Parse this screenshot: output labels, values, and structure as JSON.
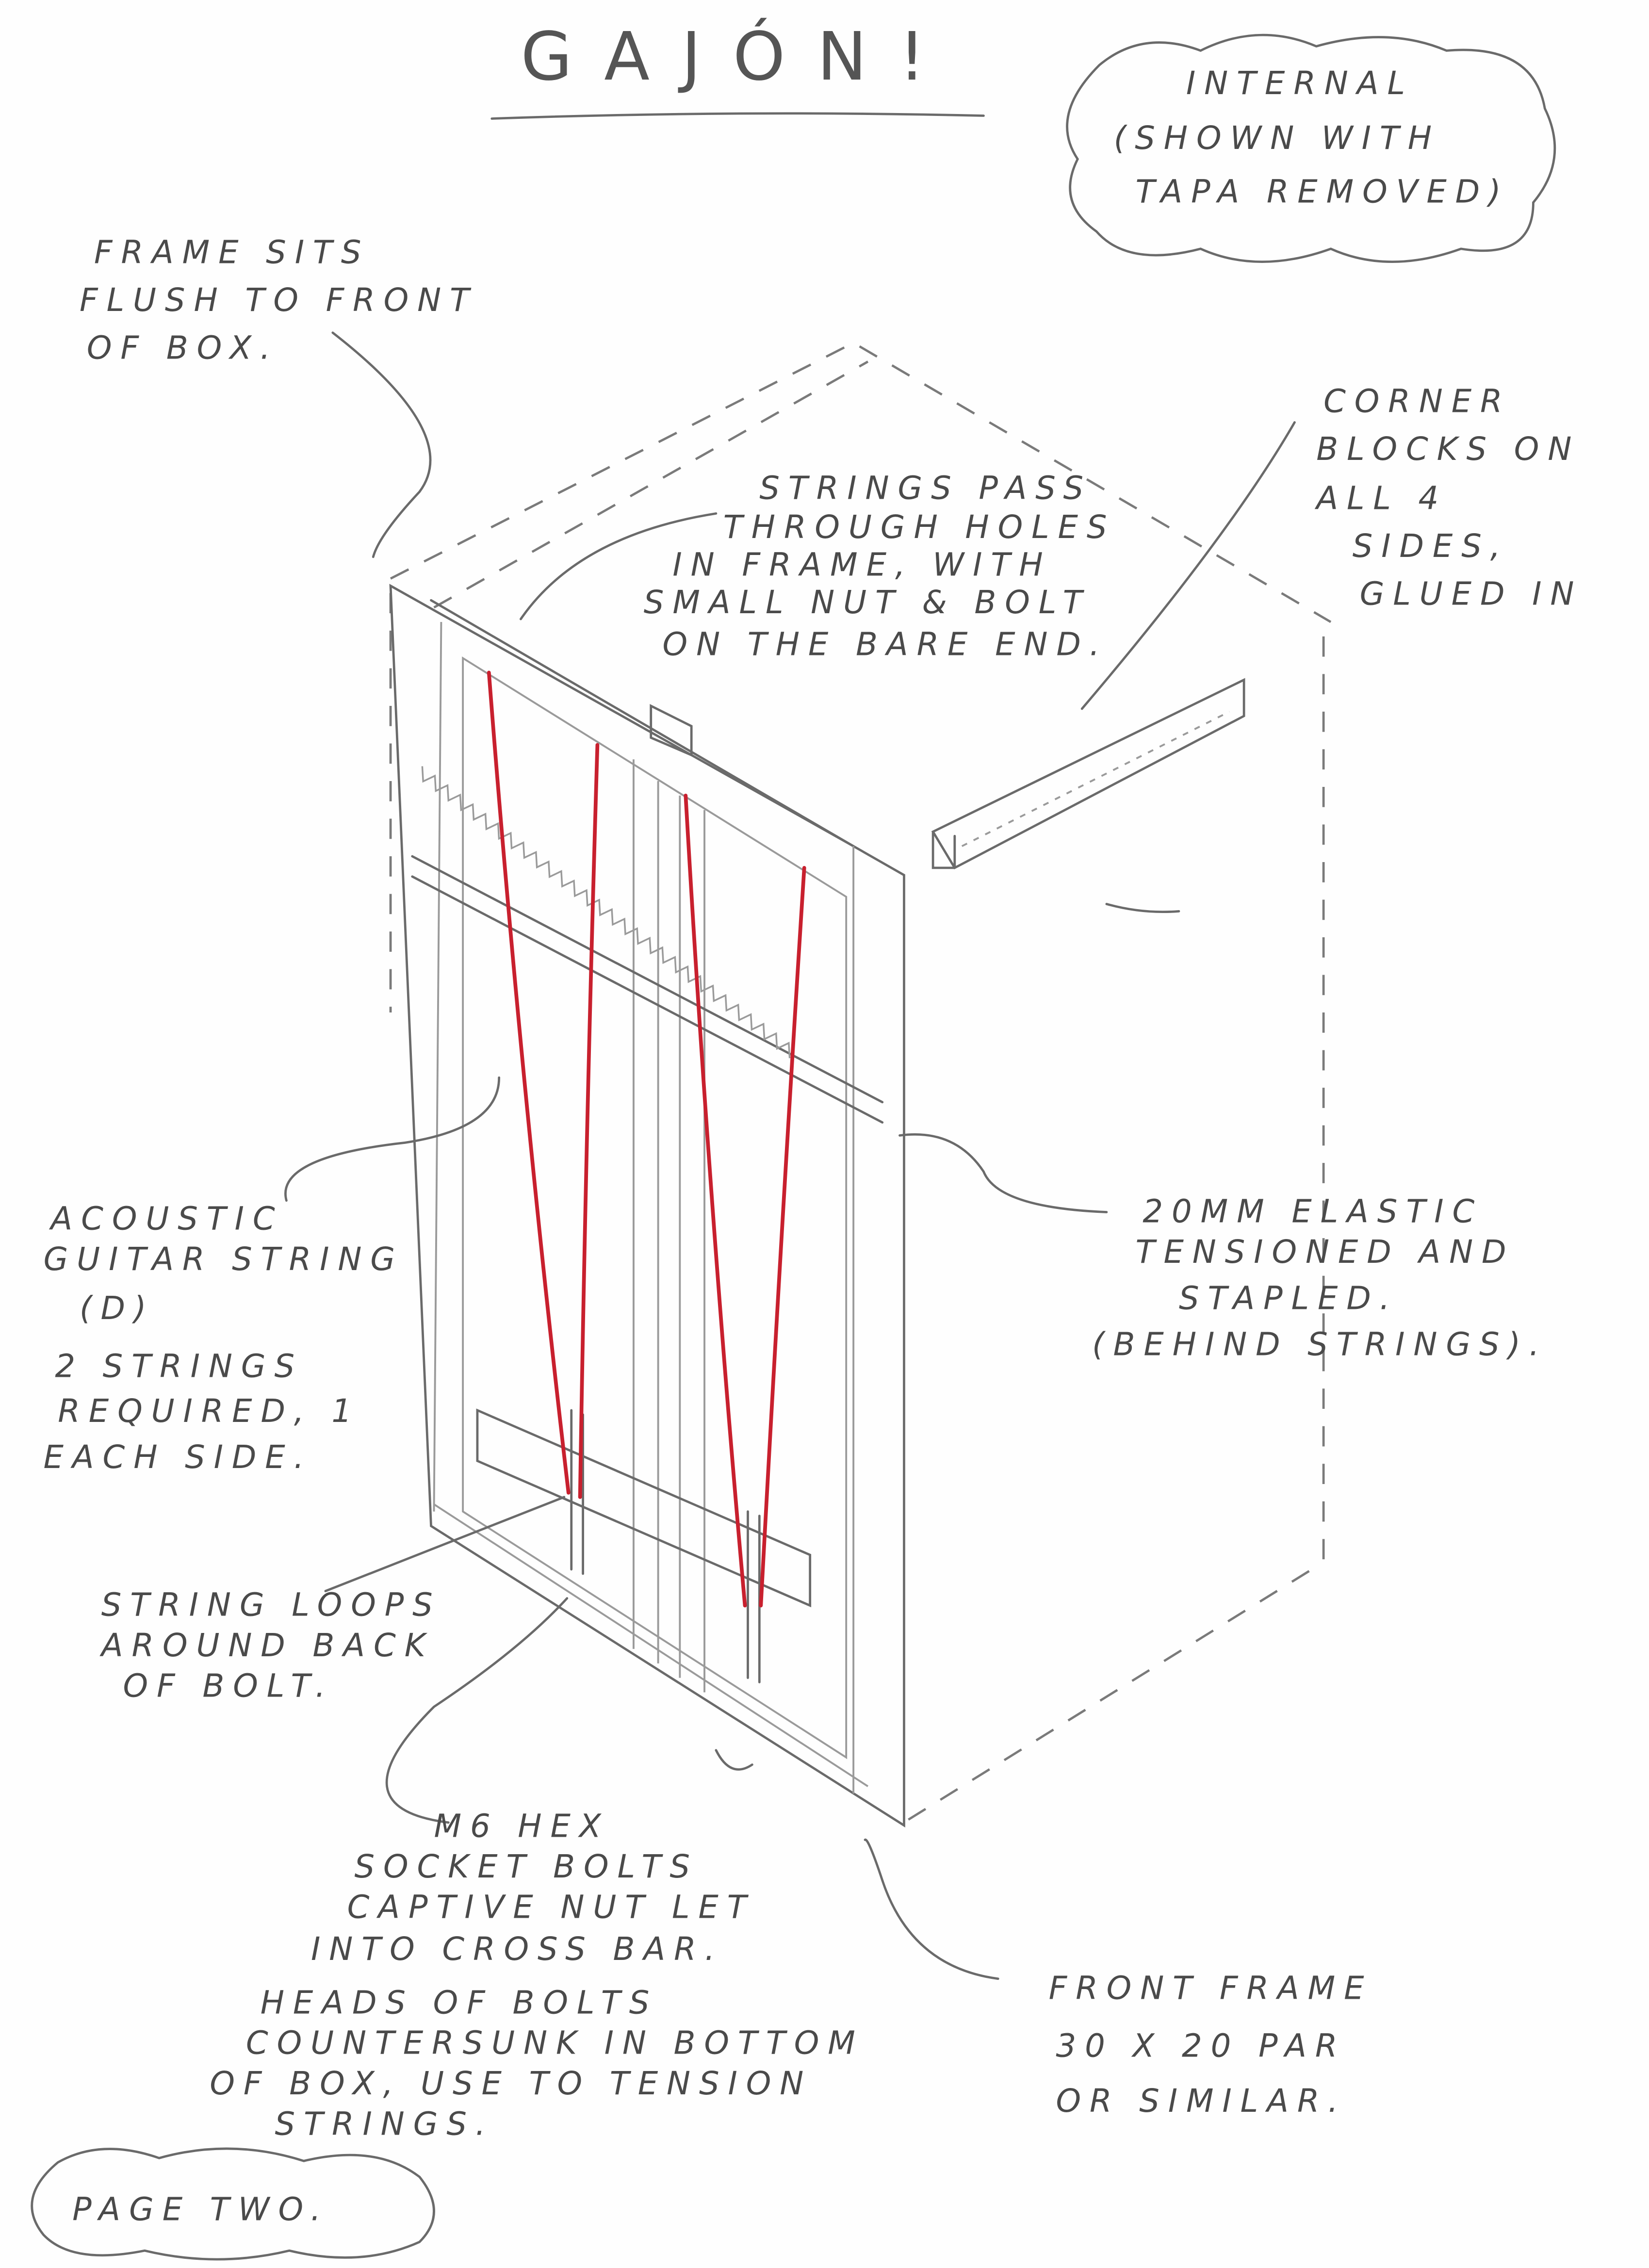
{
  "title": "GAJÓN!",
  "notes": {
    "internal": [
      "INTERNAL",
      "(SHOWN WITH",
      "TAPA REMOVED)"
    ],
    "frame_sits": [
      "FRAME SITS",
      "FLUSH TO FRONT",
      "OF BOX."
    ],
    "strings_pass": [
      "STRINGS PASS",
      "THROUGH HOLES",
      "IN FRAME, WITH",
      "SMALL NUT & BOLT",
      "ON THE BARE END."
    ],
    "corner_blocks": [
      "CORNER",
      "BLOCKS ON",
      "ALL 4",
      "SIDES,",
      "GLUED IN"
    ],
    "acoustic_string": [
      "ACOUSTIC",
      "GUITAR STRING",
      "(D)"
    ],
    "strings_required": [
      "2 STRINGS",
      "REQUIRED, 1",
      "EACH SIDE."
    ],
    "elastic": [
      "20MM ELASTIC",
      "TENSIONED AND",
      "STAPLED.",
      "(BEHIND STRINGS)."
    ],
    "string_loops": [
      "STRING LOOPS",
      "AROUND BACK",
      "OF BOLT."
    ],
    "m6_bolts": [
      "M6 HEX",
      "SOCKET BOLTS",
      "CAPTIVE NUT LET",
      "INTO CROSS BAR."
    ],
    "bolt_heads": [
      "HEADS OF BOLTS",
      "COUNTERSUNK IN BOTTOM",
      "OF BOX, USE TO TENSION",
      "STRINGS."
    ],
    "front_frame": [
      "FRONT FRAME",
      "30 X 20 PAR",
      "OR SIMILAR."
    ],
    "page": "PAGE TWO."
  },
  "colors": {
    "pencil": "#6a6a6a",
    "string": "#c8202e"
  }
}
